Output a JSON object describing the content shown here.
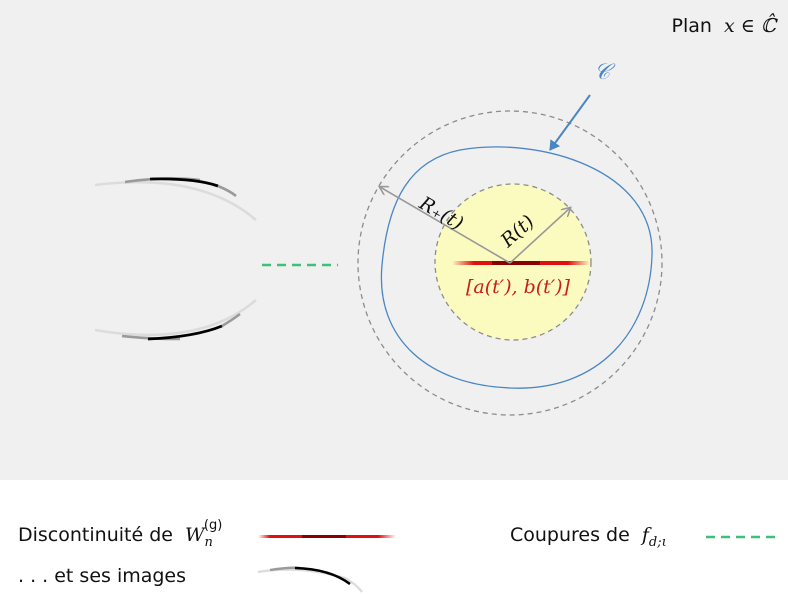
{
  "plane_label": {
    "text": "Plan",
    "math": "x ∈ ℂ̂"
  },
  "contour_label": "𝒞",
  "radius_outer_label": "R₊(t)",
  "radius_inner_label": "R(t)",
  "interval_label": "[a(t′), b(t′)]",
  "legend": {
    "discontinuity": {
      "text": "Discontinuité de",
      "math": "W",
      "sub": "n",
      "sup": "(g)"
    },
    "images": {
      "text": ". . . et ses images"
    },
    "cuts": {
      "text": "Coupures de",
      "math": "f",
      "sub": "d;ι"
    }
  },
  "colors": {
    "panel_bg": "#f0f0f0",
    "disk_fill": "#fbfbc0",
    "contour": "#4a86c4",
    "discontinuity": "#e01010",
    "cuts": "#3cc07a",
    "circle_dash": "#8c8c8c",
    "arrow": "#999999"
  }
}
